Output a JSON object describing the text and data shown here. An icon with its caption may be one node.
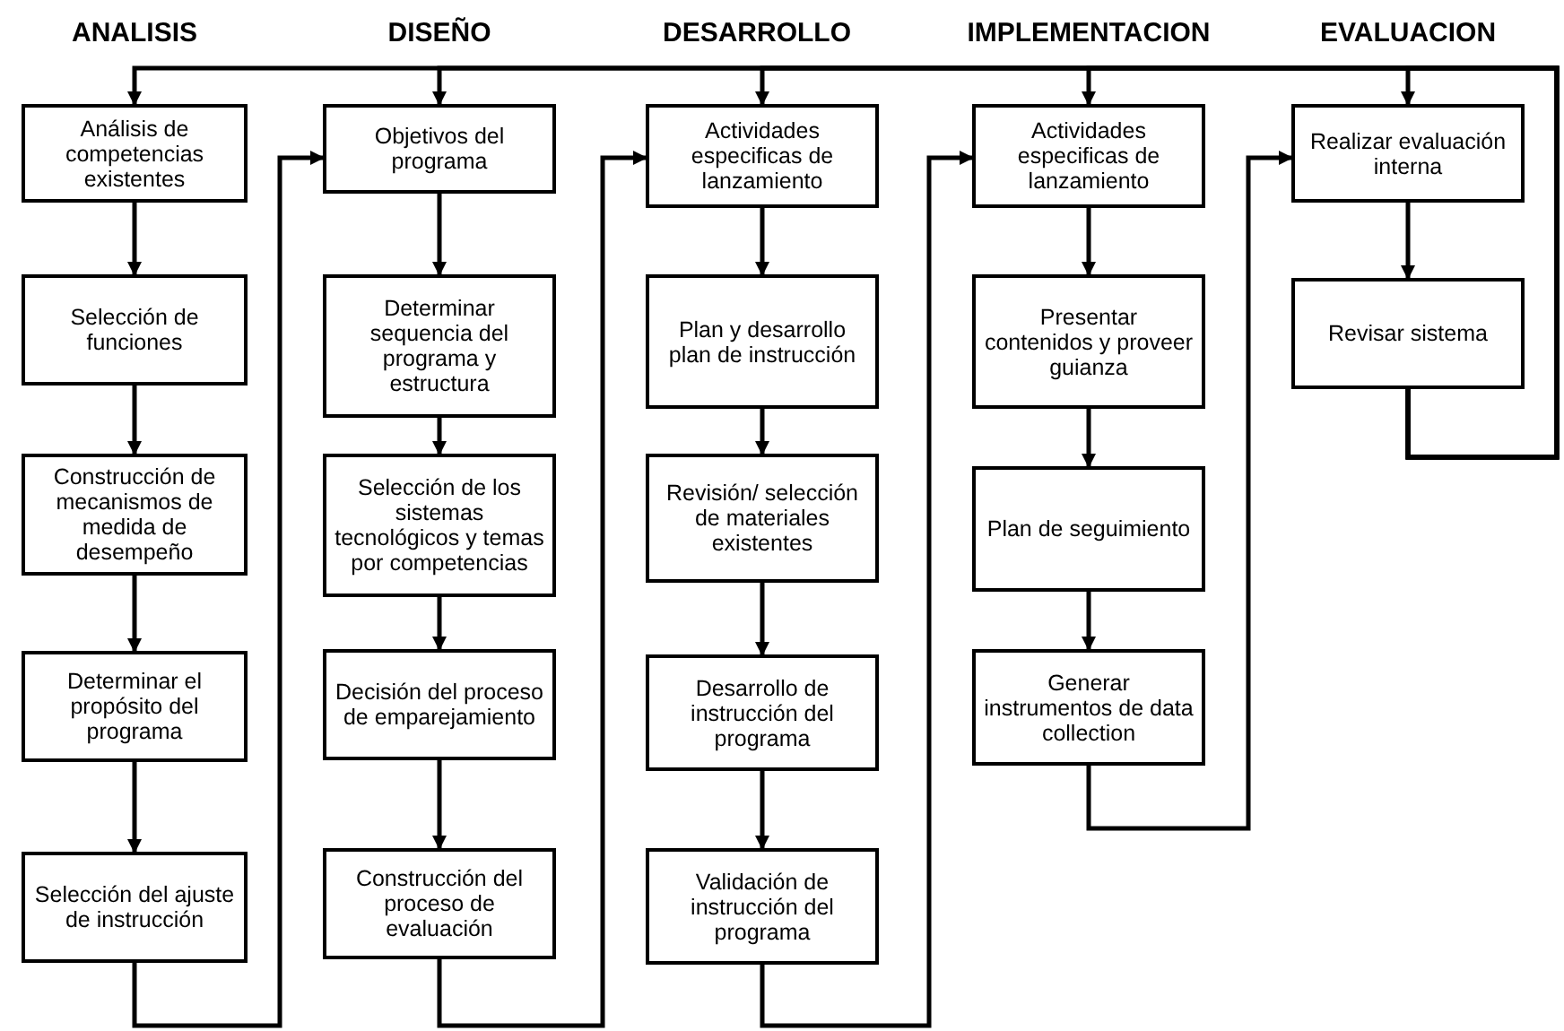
{
  "diagram": {
    "nodes": [
      {
        "text": [
          "Análisis de competencias existentes"
        ]
      },
      {
        "text": [
          "Selección de funciones"
        ]
      },
      {
        "text": [
          "Construcción de mecanismos de medida de desempeño"
        ]
      },
      {
        "text": [
          "Determinar el propósito del programa"
        ]
      },
      {
        "text": [
          "Selección del ajuste de instrucción"
        ]
      },
      {
        "text": [
          "Objetivos del programa"
        ]
      },
      {
        "text": [
          "Determinar sequencia del programa y estructura"
        ]
      },
      {
        "text": [
          "Selección de los sistemas tecnológicos y temas por competencias"
        ]
      },
      {
        "text": [
          "Decisión del proceso de emparejamiento"
        ]
      },
      {
        "text": [
          "Construcción del proceso de evaluación"
        ]
      },
      {
        "text": [
          "Actividades especificas de lanzamiento"
        ]
      },
      {
        "text": [
          "Plan y desarrollo plan de instrucción"
        ]
      },
      {
        "text": [
          "Revisión/ selección de materiales existentes"
        ]
      },
      {
        "text": [
          "Desarrollo de instrucción del programa"
        ]
      },
      {
        "text": [
          "Validación de instrucción del programa"
        ]
      },
      {
        "text": [
          "Actividades especificas de lanzamiento"
        ]
      },
      {
        "text": [
          "Presentar contenidos y proveer guianza"
        ]
      },
      {
        "text": [
          "Plan de seguimiento"
        ]
      },
      {
        "text": [
          "Generar instrumentos de data collection"
        ]
      },
      {
        "text": [
          "Realizar evaluación interna"
        ]
      },
      {
        "text": [
          "Revisar sistema"
        ]
      }
    ],
    "edges": [
      {
        "from": 0,
        "to": 1,
        "arrow": "to"
      },
      {
        "from": 1,
        "to": 2,
        "arrow": "to"
      },
      {
        "from": 2,
        "to": 3,
        "arrow": "to"
      },
      {
        "from": 3,
        "to": 4,
        "arrow": "to"
      },
      {
        "from": 5,
        "to": 6,
        "arrow": "to"
      },
      {
        "from": 6,
        "to": 7,
        "arrow": "to"
      },
      {
        "from": 7,
        "to": 8,
        "arrow": "to"
      },
      {
        "from": 8,
        "to": 9,
        "arrow": "to"
      },
      {
        "from": 10,
        "to": 11,
        "arrow": "to"
      },
      {
        "from": 11,
        "to": 12,
        "arrow": "to"
      },
      {
        "from": 12,
        "to": 13,
        "arrow": "to"
      },
      {
        "from": 13,
        "to": 14,
        "arrow": "to"
      },
      {
        "from": 15,
        "to": 16,
        "arrow": "to"
      },
      {
        "from": 16,
        "to": 17,
        "arrow": "to"
      },
      {
        "from": 17,
        "to": 18,
        "arrow": "to"
      },
      {
        "from": 19,
        "to": 20,
        "arrow": "to"
      },
      {
        "from": 4,
        "to": 5,
        "arrow": "to"
      },
      {
        "from": 9,
        "to": 10,
        "arrow": "to"
      },
      {
        "from": 14,
        "to": 15,
        "arrow": "to"
      },
      {
        "from": 18,
        "to": 19,
        "arrow": "to"
      },
      {
        "from": 20,
        "to": 0,
        "arrow": "to"
      },
      {
        "from": 20,
        "to": 5,
        "arrow": "to"
      },
      {
        "from": 20,
        "to": 10,
        "arrow": "to"
      },
      {
        "from": 20,
        "to": 15,
        "arrow": "to"
      },
      {
        "from": 20,
        "to": 19,
        "arrow": "to"
      }
    ],
    "labels": [
      "ANALISIS",
      "DISEÑO",
      "DESARROLLO",
      "IMPLEMENTACION",
      "EVALUACION"
    ]
  }
}
